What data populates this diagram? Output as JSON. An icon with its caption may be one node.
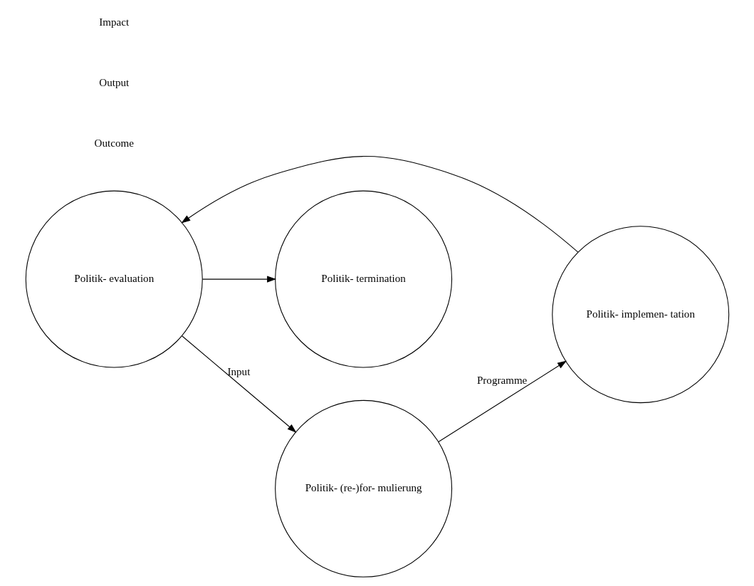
{
  "diagram": {
    "nodes": [
      {
        "text": [
          "Politik- termination"
        ]
      },
      {
        "text": [
          "Politik- (re-)for- mulierung"
        ]
      },
      {
        "text": [
          "Politik- implemen- tation"
        ]
      },
      {
        "text": [
          "Politik- evaluation"
        ]
      }
    ],
    "edges": [
      {
        "from": 3,
        "to": 1,
        "arrow": "to",
        "label": "Input"
      },
      {
        "from": 1,
        "to": 2,
        "arrow": "to",
        "label": "Programme"
      },
      {
        "from": 2,
        "to": 3,
        "arrow": "to"
      },
      {
        "from": 3,
        "to": 0,
        "arrow": "to"
      }
    ],
    "labels": [
      "Outcome",
      "Output",
      "Impact"
    ]
  }
}
